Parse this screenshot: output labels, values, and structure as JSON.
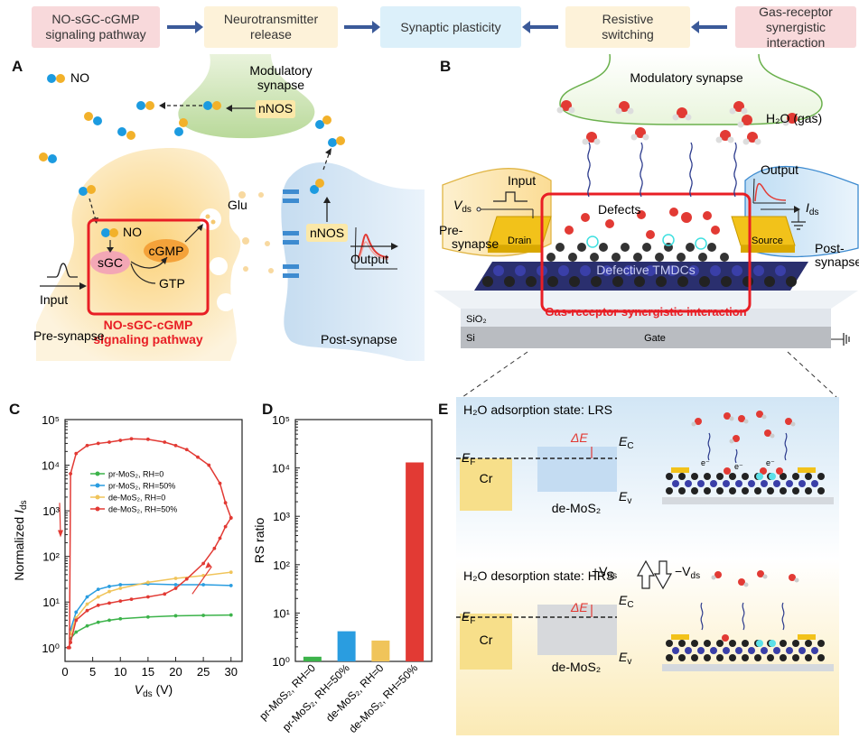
{
  "flow": {
    "boxes": [
      {
        "text": "NO-sGC-cGMP\nsignaling pathway",
        "color": "#f8d9db"
      },
      {
        "text": "Neurotransmitter\nrelease",
        "color": "#fdf2d9"
      },
      {
        "text": "Synaptic plasticity",
        "color": "#dcf0fa"
      },
      {
        "text": "Resistive\nswitching",
        "color": "#fdf2d9"
      },
      {
        "text": "Gas-receptor\nsynergistic interaction",
        "color": "#f8d9db"
      }
    ]
  },
  "panels": {
    "a": "A",
    "b": "B",
    "c": "C",
    "d": "D",
    "e": "E"
  },
  "panel_a": {
    "no_legend": "NO",
    "modulatory": "Modulatory\nsynapse",
    "nnos": "nNOS",
    "glu": "Glu",
    "no": "NO",
    "sgc": "sGC",
    "cgmp": "cGMP",
    "gtp": "GTP",
    "input": "Input",
    "output": "Output",
    "pathway": "NO-sGC-cGMP\nsignaling pathway",
    "pre": "Pre-synapse",
    "post": "Post-synapse"
  },
  "panel_b": {
    "modulatory": "Modulatory synapse",
    "h2o": "H₂O (gas)",
    "input": "Input",
    "vds": "V",
    "vds_sub": "ds",
    "defects": "Defects",
    "drain": "Drain",
    "source": "Source",
    "defective": "Defective TMDCs",
    "output": "Output",
    "ids": "I",
    "ids_sub": "ds",
    "pre": "Pre-\nsynapse",
    "post": "Post-\nsynapse",
    "gas": "Gas-receptor synergistic interaction",
    "sio2": "SiO₂",
    "si": "Si",
    "gate": "Gate"
  },
  "chart_data": [
    {
      "type": "line",
      "xlabel": "V_ds (V)",
      "ylabel": "Normalized I_ds",
      "yscale": "log",
      "xlim": [
        0,
        32
      ],
      "ylim": [
        0.5,
        100000
      ],
      "xticks": [
        0,
        5,
        10,
        15,
        20,
        25,
        30
      ],
      "yticks": [
        "10⁰",
        "10¹",
        "10²",
        "10³",
        "10⁴",
        "10⁵"
      ],
      "series": [
        {
          "name": "pr-MoS₂, RH=0",
          "color": "#3cb34a",
          "x": [
            1,
            2,
            4,
            6,
            8,
            10,
            15,
            20,
            25,
            30
          ],
          "y": [
            1.6,
            2.2,
            3.0,
            3.6,
            4.0,
            4.3,
            4.7,
            5.0,
            5.1,
            5.2
          ]
        },
        {
          "name": "pr-MoS₂, RH=50%",
          "color": "#2a9de0",
          "x": [
            1,
            2,
            4,
            6,
            8,
            10,
            15,
            20,
            25,
            30
          ],
          "y": [
            2.5,
            6,
            13,
            19,
            22,
            24,
            25,
            24,
            24,
            23
          ]
        },
        {
          "name": "de-MoS₂, RH=0",
          "color": "#f0c45a",
          "x": [
            1,
            2,
            4,
            6,
            8,
            10,
            15,
            20,
            25,
            30
          ],
          "y": [
            2,
            4.5,
            9,
            13,
            17,
            20,
            27,
            33,
            38,
            45
          ]
        },
        {
          "name": "de-MoS₂, RH=50%",
          "color": "#e23a34",
          "x": [
            0.6,
            1,
            2,
            4,
            6,
            8,
            10,
            12,
            15,
            18,
            20,
            22,
            25,
            27,
            28,
            29,
            30,
            30,
            29,
            28,
            26,
            24,
            22,
            20,
            18,
            15,
            12,
            10,
            8,
            6,
            4,
            2,
            1,
            0.8
          ],
          "y": [
            1,
            1.3,
            4,
            6.5,
            8.5,
            9.5,
            10.5,
            11.5,
            13,
            15,
            20,
            32,
            70,
            150,
            250,
            450,
            700,
            700,
            1500,
            4000,
            10000,
            15000,
            22000,
            27000,
            32000,
            37000,
            38000,
            35000,
            32000,
            30000,
            27000,
            18000,
            6500,
            1
          ]
        }
      ]
    },
    {
      "type": "bar",
      "ylabel": "RS ratio",
      "yscale": "log",
      "ylim": [
        1,
        100000
      ],
      "yticks": [
        "10⁰",
        "10¹",
        "10²",
        "10³",
        "10⁴",
        "10⁵"
      ],
      "categories": [
        "pr-MoS₂, RH=0",
        "pr-MoS₂, RH=50%",
        "de-MoS₂, RH=0",
        "de-MoS₂, RH=50%"
      ],
      "values": [
        1.25,
        4.2,
        2.7,
        13000
      ],
      "colors": [
        "#3cb34a",
        "#2a9de0",
        "#f0c45a",
        "#e23a34"
      ]
    }
  ],
  "panel_e": {
    "lrs_title": "H₂O adsorption state: LRS",
    "hrs_title": "H₂O desorption state: HRS",
    "ef": "E",
    "ef_sub": "F",
    "ec": "E",
    "ec_sub": "C",
    "ev": "E",
    "ev_sub": "v",
    "de": "ΔE",
    "cr": "Cr",
    "demos2": "de-MoS₂",
    "plus_v": "+V",
    "minus_v": "−V",
    "v_sub": "ds",
    "electron": "e⁻"
  }
}
